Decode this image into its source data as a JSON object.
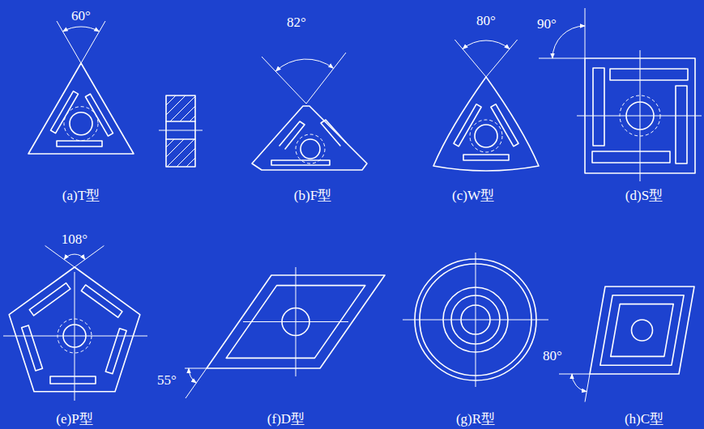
{
  "diagram": {
    "labels": [
      "60°",
      "82°",
      "80°",
      "90°",
      "(a)T型",
      "(b)F型",
      "(c)W型",
      "(d)S型",
      "108°",
      "55°",
      "80°",
      "(e)P型",
      "(f)D型",
      "(g)R型",
      "(h)C型"
    ]
  }
}
